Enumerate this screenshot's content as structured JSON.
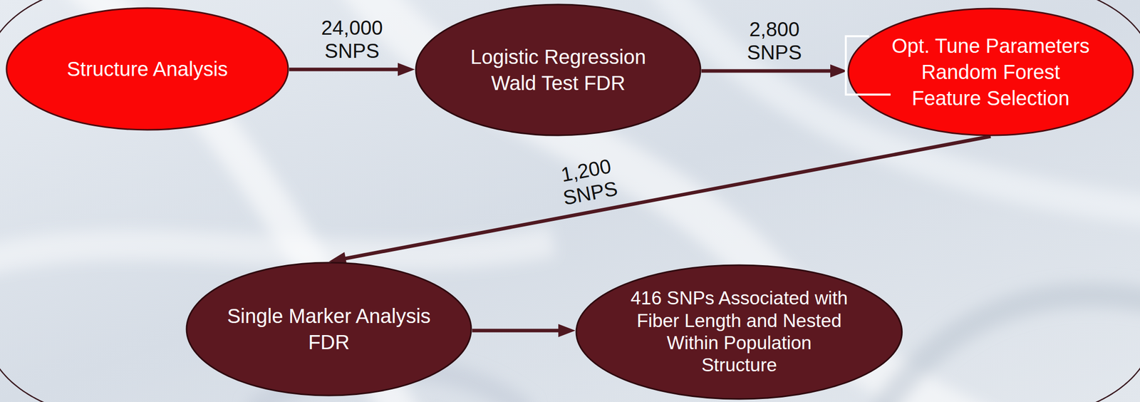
{
  "diagram": {
    "nodes": [
      {
        "text": [
          "Structure Analysis"
        ]
      },
      {
        "text": [
          "Logistic Regression Wald Test FDR"
        ]
      },
      {
        "text": [
          "Opt. Tune Parameters Random Forest Feature Selection"
        ]
      },
      {
        "text": [
          "Single Marker Analysis FDR"
        ]
      },
      {
        "text": [
          "416 SNPs Associated with Fiber Length and Nested Within Population Structure"
        ]
      }
    ],
    "edges": [
      {
        "from": 0,
        "to": 1,
        "label": "24,000 SNPS",
        "arrow": "to"
      },
      {
        "from": 1,
        "to": 2,
        "label": "2,800 SNPS",
        "arrow": "to"
      },
      {
        "from": 2,
        "to": 3,
        "label": "1,200 SNPS",
        "arrow": "to"
      },
      {
        "from": 3,
        "to": 4,
        "arrow": "to"
      }
    ]
  }
}
